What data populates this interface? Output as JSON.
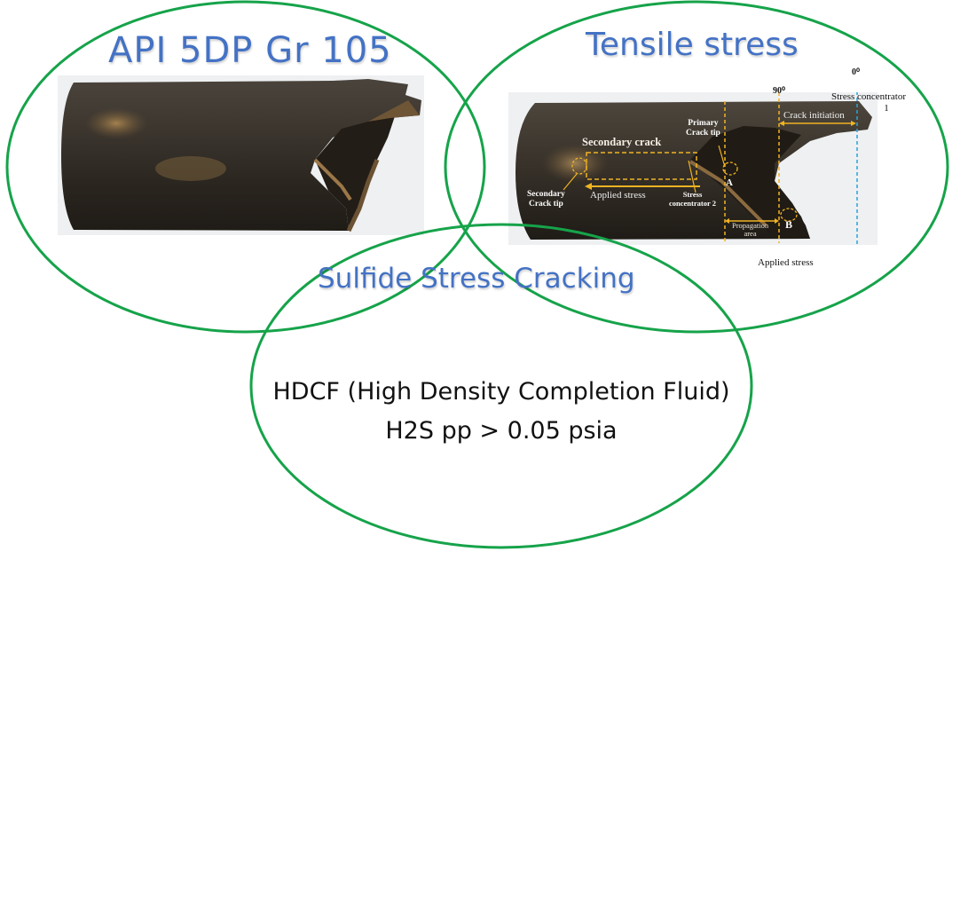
{
  "diagram": {
    "type": "venn",
    "outline_color": "#16a34a",
    "title_color": "#4472c4",
    "circles": [
      {
        "id": "material",
        "title": "API 5DP Gr 105",
        "image": "fractured-drill-pipe-photo"
      },
      {
        "id": "stress",
        "title": "Tensile stress",
        "image": "annotated-fracture-photo"
      },
      {
        "id": "environment",
        "title": "Sulfide Stress Cracking",
        "lines": [
          "HDCF (High Density Completion Fluid)",
          "H2S pp > 0.05 psia"
        ]
      }
    ]
  },
  "annotations": {
    "angle_0": "0⁰",
    "angle_90": "90⁰",
    "stress_concentrator_1_line1": "Stress concentrator",
    "stress_concentrator_1_line2": "1",
    "crack_initiation": "Crack initiation",
    "primary_crack_tip_line1": "Primary",
    "primary_crack_tip_line2": "Crack tip",
    "secondary_crack": "Secondary crack",
    "secondary_crack_tip_line1": "Secondary",
    "secondary_crack_tip_line2": "Crack tip",
    "applied_stress_inner": "Applied stress",
    "stress_concentrator_2_line1": "Stress",
    "stress_concentrator_2_line2": "concentrator 2",
    "point_a": "A",
    "point_b": "B",
    "propagation_area_line1": "Propagation",
    "propagation_area_line2": "area",
    "applied_stress_outer": "Applied stress"
  },
  "colors": {
    "annotation_yellow": "#f0b323",
    "axis_blue": "#29a3d9",
    "pipe_dark": "#2e2a25",
    "rust": "#8a6a3c"
  }
}
